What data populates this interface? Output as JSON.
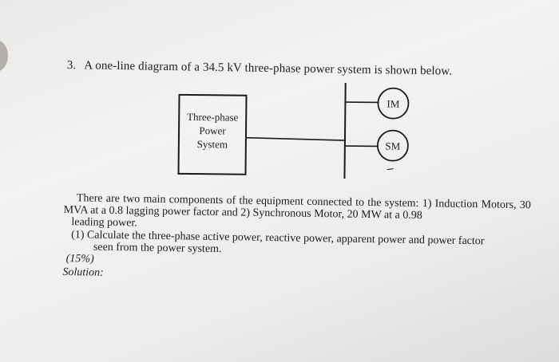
{
  "question": {
    "number": "3.",
    "heading": "A one-line diagram of a 34.5 kV three-phase power system is shown below."
  },
  "diagram": {
    "source_box_line1": "Three-phase",
    "source_box_line2": "Power",
    "source_box_line3": "System",
    "motor_im_label": "IM",
    "motor_sm_label": "SM"
  },
  "body": {
    "paragraph": "There are two main components of the equipment connected to the system: 1) Induction Motors, 30 MVA at a 0.8 lagging power factor and 2) Synchronous Motor, 20 MW at a 0.98",
    "leading": "leading power.",
    "part1": "(1) Calculate the three-phase active power, reactive power, apparent power and power factor",
    "part1_cont": "seen from the power system.",
    "weight": "(15%)",
    "solution": "Solution:"
  }
}
